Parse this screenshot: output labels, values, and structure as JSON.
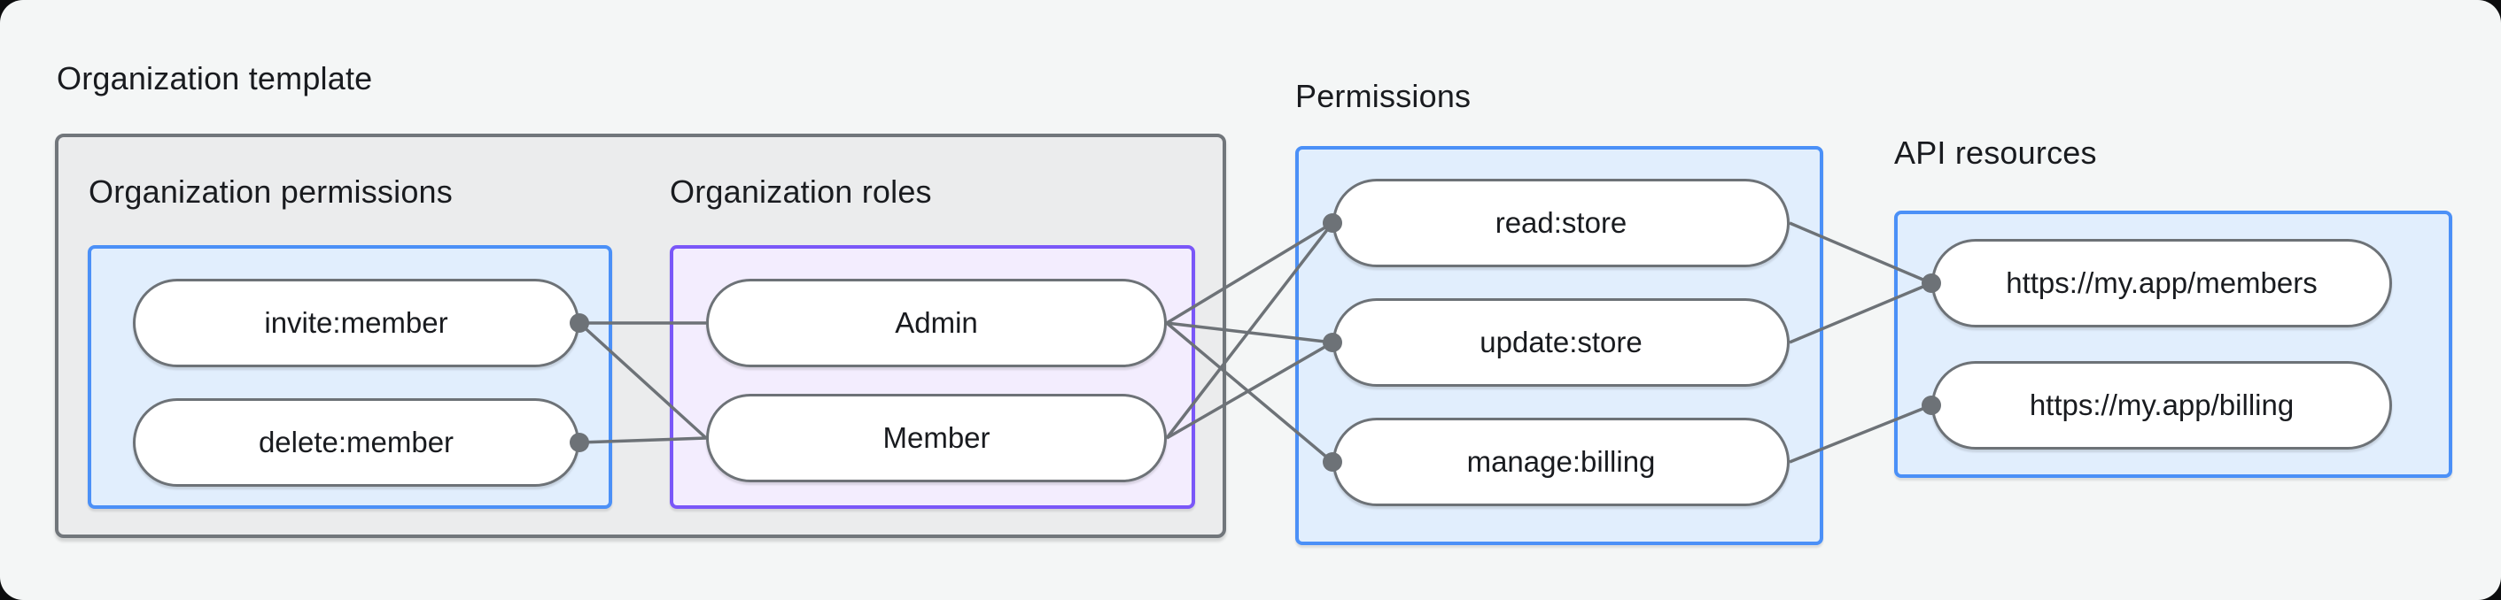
{
  "page": {
    "background": "#f4f6f6",
    "outside_background": "#0c0d0e"
  },
  "labels": {
    "org_template": "Organization template",
    "org_permissions": "Organization permissions",
    "org_roles": "Organization roles",
    "permissions": "Permissions",
    "api_resources": "API resources"
  },
  "nodes": {
    "org_permissions": [
      {
        "id": "invite_member",
        "label": "invite:member"
      },
      {
        "id": "delete_member",
        "label": "delete:member"
      }
    ],
    "org_roles": [
      {
        "id": "admin",
        "label": "Admin"
      },
      {
        "id": "member",
        "label": "Member"
      }
    ],
    "permissions": [
      {
        "id": "read_store",
        "label": "read:store"
      },
      {
        "id": "update_store",
        "label": "update:store"
      },
      {
        "id": "manage_billing",
        "label": "manage:billing"
      }
    ],
    "api_resources": [
      {
        "id": "members_api",
        "label": "https://my.app/members"
      },
      {
        "id": "billing_api",
        "label": "https://my.app/billing"
      }
    ]
  },
  "edges": [
    {
      "from": "invite_member",
      "to": "admin"
    },
    {
      "from": "invite_member",
      "to": "member"
    },
    {
      "from": "delete_member",
      "to": "member"
    },
    {
      "from": "admin",
      "to": "read_store"
    },
    {
      "from": "admin",
      "to": "update_store"
    },
    {
      "from": "admin",
      "to": "manage_billing"
    },
    {
      "from": "member",
      "to": "read_store"
    },
    {
      "from": "member",
      "to": "update_store"
    },
    {
      "from": "read_store",
      "to": "members_api"
    },
    {
      "from": "update_store",
      "to": "members_api"
    },
    {
      "from": "manage_billing",
      "to": "billing_api"
    }
  ],
  "colors": {
    "page_bg": "#f4f6f6",
    "text": "#191b1f",
    "gray_box_fill": "#ebeced",
    "gray_box_border": "#71767b",
    "blue_fill": "#e1eefd",
    "blue_border": "#4b90f7",
    "purple_fill": "#f3edfe",
    "purple_border": "#7a57f8",
    "pill_fill": "#ffffff",
    "pill_border": "#6d7277",
    "wire": "#6d7277"
  }
}
